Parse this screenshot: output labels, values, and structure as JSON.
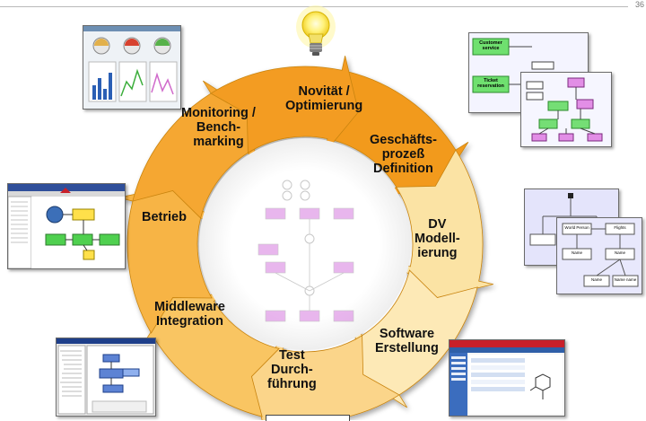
{
  "page_number": "36",
  "cycle": {
    "stages": [
      {
        "id": "novitaet",
        "lines": [
          "Novität /",
          "Optimierung"
        ],
        "fill": "#f29a1f"
      },
      {
        "id": "geschaeftsprozess",
        "lines": [
          "Geschäfts-",
          "prozeß",
          "Definition"
        ],
        "fill": "#fbe3a4"
      },
      {
        "id": "dv",
        "lines": [
          "DV",
          "Modell-",
          "ierung"
        ],
        "fill": "#fde9b6"
      },
      {
        "id": "software",
        "lines": [
          "Software",
          "Erstellung"
        ],
        "fill": "#fbd58a"
      },
      {
        "id": "test",
        "lines": [
          "Test",
          "Durch-",
          "führung"
        ],
        "fill": "#f9c562"
      },
      {
        "id": "middleware",
        "lines": [
          "Middleware",
          "Integration"
        ],
        "fill": "#f7b445"
      },
      {
        "id": "betrieb",
        "lines": [
          "Betrieb"
        ],
        "fill": "#f5a731"
      },
      {
        "id": "monitoring",
        "lines": [
          "Monitoring /",
          "Bench-",
          "marking"
        ],
        "fill": "#f39c22"
      }
    ]
  },
  "center_diagram": {
    "color_a": "#d77be0",
    "color_b": "#9c9c9c"
  },
  "thumbnails": {
    "dashboard": {
      "icon": "dashboard-screenshot"
    },
    "process_green": {
      "labels": [
        "Customer service",
        "Ticket reservation"
      ],
      "icon": "process-model-screenshot"
    },
    "modeling_tool": {
      "icon": "modeling-tool-screenshot"
    },
    "class_diagram": {
      "labels": [
        "World Person",
        "Flights",
        "Name",
        "Name",
        "Name",
        "Name name"
      ],
      "icon": "class-diagram-screenshot"
    },
    "code_editor": {
      "icon": "ide-screenshot"
    },
    "web_app": {
      "icon": "web-application-screenshot"
    }
  },
  "lightbulb": {
    "icon": "lightbulb-icon",
    "glow": "#fff27a"
  }
}
